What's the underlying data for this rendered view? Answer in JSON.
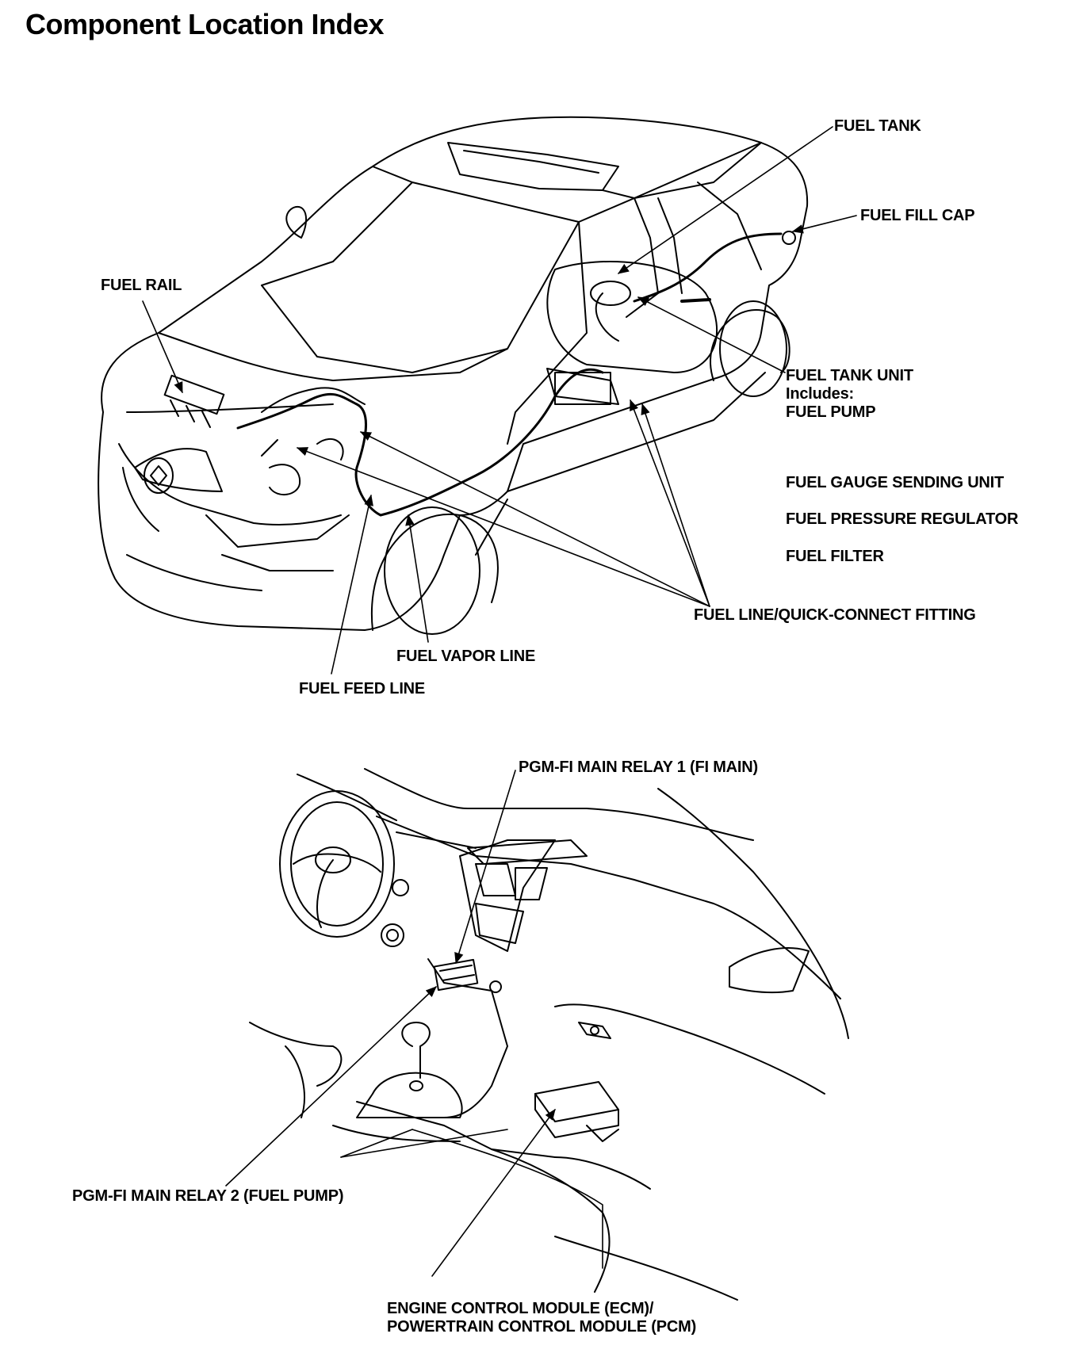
{
  "title": "Component Location Index",
  "engine_bay_diagram": {
    "labels": {
      "fuel_tank": "FUEL TANK",
      "fuel_fill_cap": "FUEL FILL CAP",
      "fuel_rail": "FUEL RAIL",
      "fuel_tank_unit": "FUEL TANK UNIT",
      "includes": "Includes:",
      "fuel_pump": "FUEL PUMP",
      "fuel_gauge_sending_unit": "FUEL GAUGE SENDING UNIT",
      "fuel_pressure_regulator": "FUEL PRESSURE REGULATOR",
      "fuel_filter": "FUEL FILTER",
      "fuel_line_quick_connect": "FUEL LINE/QUICK-CONNECT FITTING",
      "fuel_vapor_line": "FUEL VAPOR LINE",
      "fuel_feed_line": "FUEL FEED LINE"
    }
  },
  "interior_diagram": {
    "labels": {
      "pgm_fi_main_relay_1": "PGM-FI MAIN RELAY 1 (FI MAIN)",
      "pgm_fi_main_relay_2": "PGM-FI MAIN RELAY 2 (FUEL PUMP)",
      "ecm_line1": "ENGINE CONTROL MODULE (ECM)/",
      "ecm_line2": "POWERTRAIN CONTROL MODULE (PCM)"
    }
  }
}
